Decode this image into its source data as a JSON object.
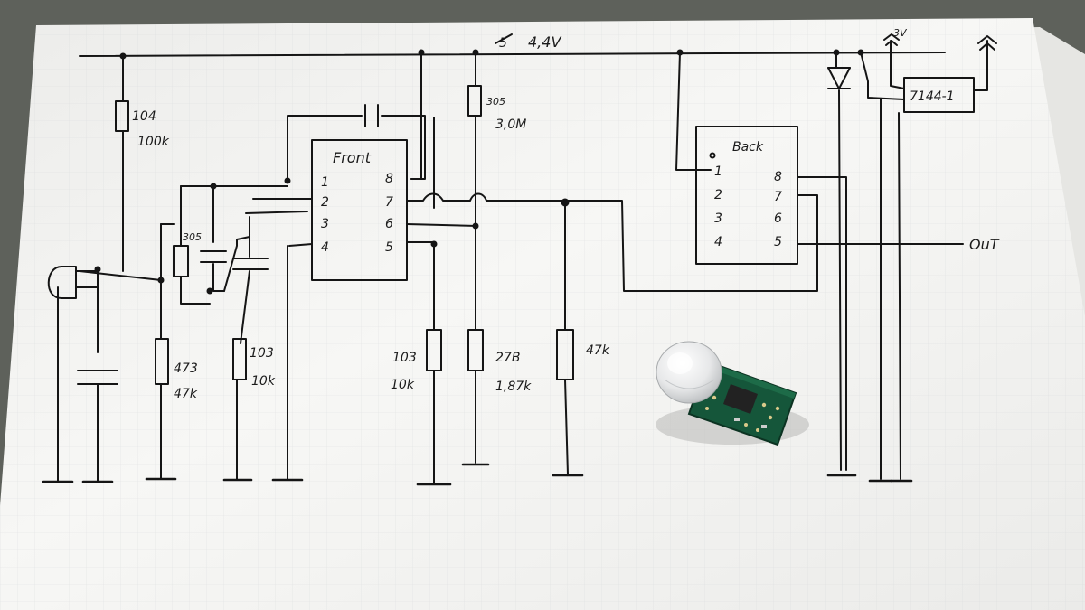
{
  "supply": {
    "label": "4,4V",
    "crossed": "5"
  },
  "regulator_supply": "3V",
  "regulator": "7144-1",
  "ic_front": {
    "title": "Front",
    "pins_left": [
      "1",
      "2",
      "3",
      "4"
    ],
    "pins_right": [
      "8",
      "7",
      "6",
      "5"
    ]
  },
  "ic_back": {
    "title": "Back",
    "pins_left": [
      "1",
      "2",
      "3",
      "4"
    ],
    "pins_right": [
      "8",
      "7",
      "6",
      "5"
    ]
  },
  "output": "OuT",
  "components": {
    "r_top_left": {
      "code": "104",
      "value": "100k"
    },
    "r_top_mid": {
      "code": "305",
      "value": "3,0M"
    },
    "r_small": {
      "code": "305"
    },
    "r_473": {
      "code": "473",
      "value": "47k"
    },
    "r_103_left": {
      "code": "103",
      "value": "10k"
    },
    "r_103_mid": {
      "code": "103",
      "value": "10k"
    },
    "r_27b": {
      "code": "27B",
      "value": "1,87k"
    },
    "r_47k": {
      "value": "47k"
    }
  },
  "colors": {
    "desk": "#5e615b",
    "paper": "#f4f4f2",
    "ink": "#151515",
    "pcb": "#15563a"
  }
}
